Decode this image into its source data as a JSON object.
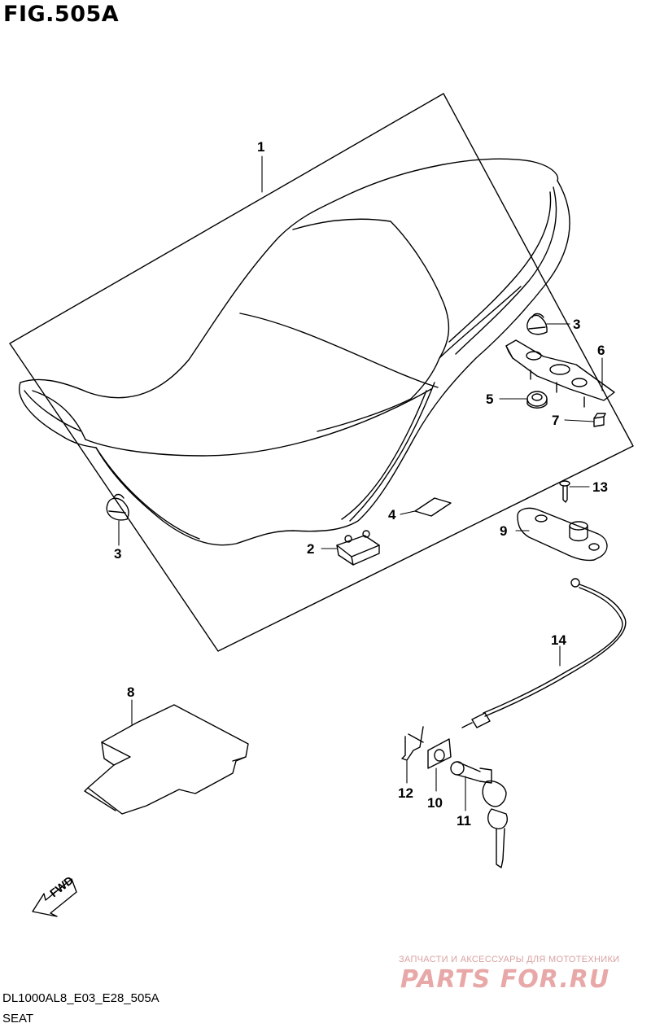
{
  "figure": {
    "title": "FIG.505A"
  },
  "footer": {
    "code": "DL1000AL8_E03_E28_505A",
    "name": "SEAT"
  },
  "watermark": {
    "line1": "ЗАПЧАСТИ И АКСЕССУАРЫ ДЛЯ МОТОТЕХНИКИ",
    "line2": "PARTS FOR.RU"
  },
  "fwd_label": "FWD",
  "callouts": {
    "c1": "1",
    "c2": "2",
    "c3a": "3",
    "c3b": "3",
    "c4": "4",
    "c5": "5",
    "c6": "6",
    "c7": "7",
    "c8": "8",
    "c9": "9",
    "c10": "10",
    "c11": "11",
    "c12": "12",
    "c13": "13",
    "c14": "14"
  },
  "colors": {
    "line": "#000000",
    "watermark": "#e8a8a8"
  }
}
